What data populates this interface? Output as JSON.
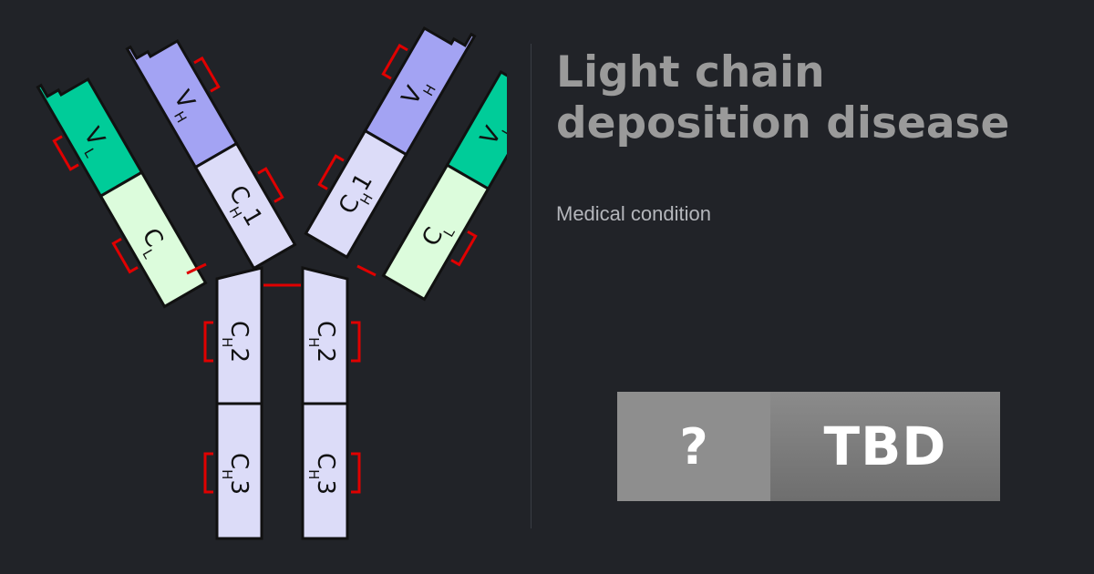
{
  "title_lines": [
    "Light chain",
    "deposition disease"
  ],
  "subtitle": "Medical condition",
  "badge": {
    "icon_text": "?",
    "status_text": "TBD"
  },
  "diagram": {
    "labels": {
      "vh": "V",
      "vh_sub": "H",
      "vl": "V",
      "vl_sub": "L",
      "cl": "C",
      "cl_sub": "L",
      "ch1": "C",
      "ch1_sub": "H",
      "ch1_num": "1",
      "ch2": "C",
      "ch2_sub": "H",
      "ch2_num": "2",
      "ch3": "C",
      "ch3_sub": "H",
      "ch3_num": "3"
    },
    "colors": {
      "heavy_variable": "#a3a3f3",
      "heavy_constant": "#dcdcf8",
      "light_variable": "#00cc99",
      "light_constant": "#dcfcdc",
      "disulfide": "#e00000",
      "outline": "#111111",
      "background": "#212328",
      "title": "#9a9a9a",
      "badge_left": "#8e8e8e",
      "badge_right": "#7a7a7a"
    }
  }
}
